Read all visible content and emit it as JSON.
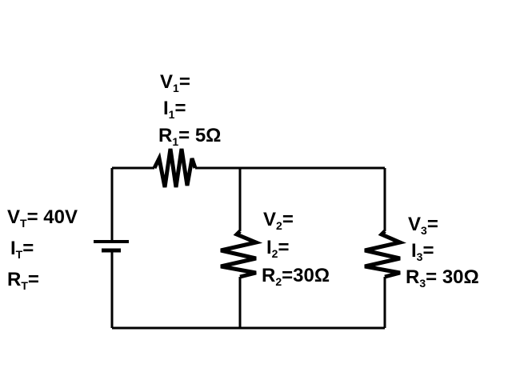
{
  "labels": {
    "source": {
      "v_sym": "V",
      "v_sub": "T",
      "v_eq": "=",
      "v_val": " 40V",
      "i_sym": "I",
      "i_sub": "T",
      "i_eq": "=",
      "i_val": "",
      "r_sym": "R",
      "r_sub": "T",
      "r_eq": "=",
      "r_val": ""
    },
    "r1": {
      "v_sym": "V",
      "v_sub": "1",
      "v_eq": "=",
      "v_val": "",
      "i_sym": "I",
      "i_sub": "1",
      "i_eq": "=",
      "i_val": "",
      "r_sym": "R",
      "r_sub": "1",
      "r_eq": "=",
      "r_val": " 5Ω"
    },
    "r2": {
      "v_sym": "V",
      "v_sub": "2",
      "v_eq": "=",
      "v_val": "",
      "i_sym": "I",
      "i_sub": "2",
      "i_eq": "=",
      "i_val": "",
      "r_sym": "R",
      "r_sub": "2",
      "r_eq": "=",
      "r_val": "30Ω"
    },
    "r3": {
      "v_sym": "V",
      "v_sub": "3",
      "v_eq": "=",
      "v_val": "",
      "i_sym": "I",
      "i_sub": "3",
      "i_eq": "=",
      "i_val": "",
      "r_sym": "R",
      "r_sub": "3",
      "r_eq": "=",
      "r_val": " 30Ω"
    }
  },
  "colors": {
    "wire": "#000000",
    "text": "#000000",
    "background": "#ffffff"
  }
}
